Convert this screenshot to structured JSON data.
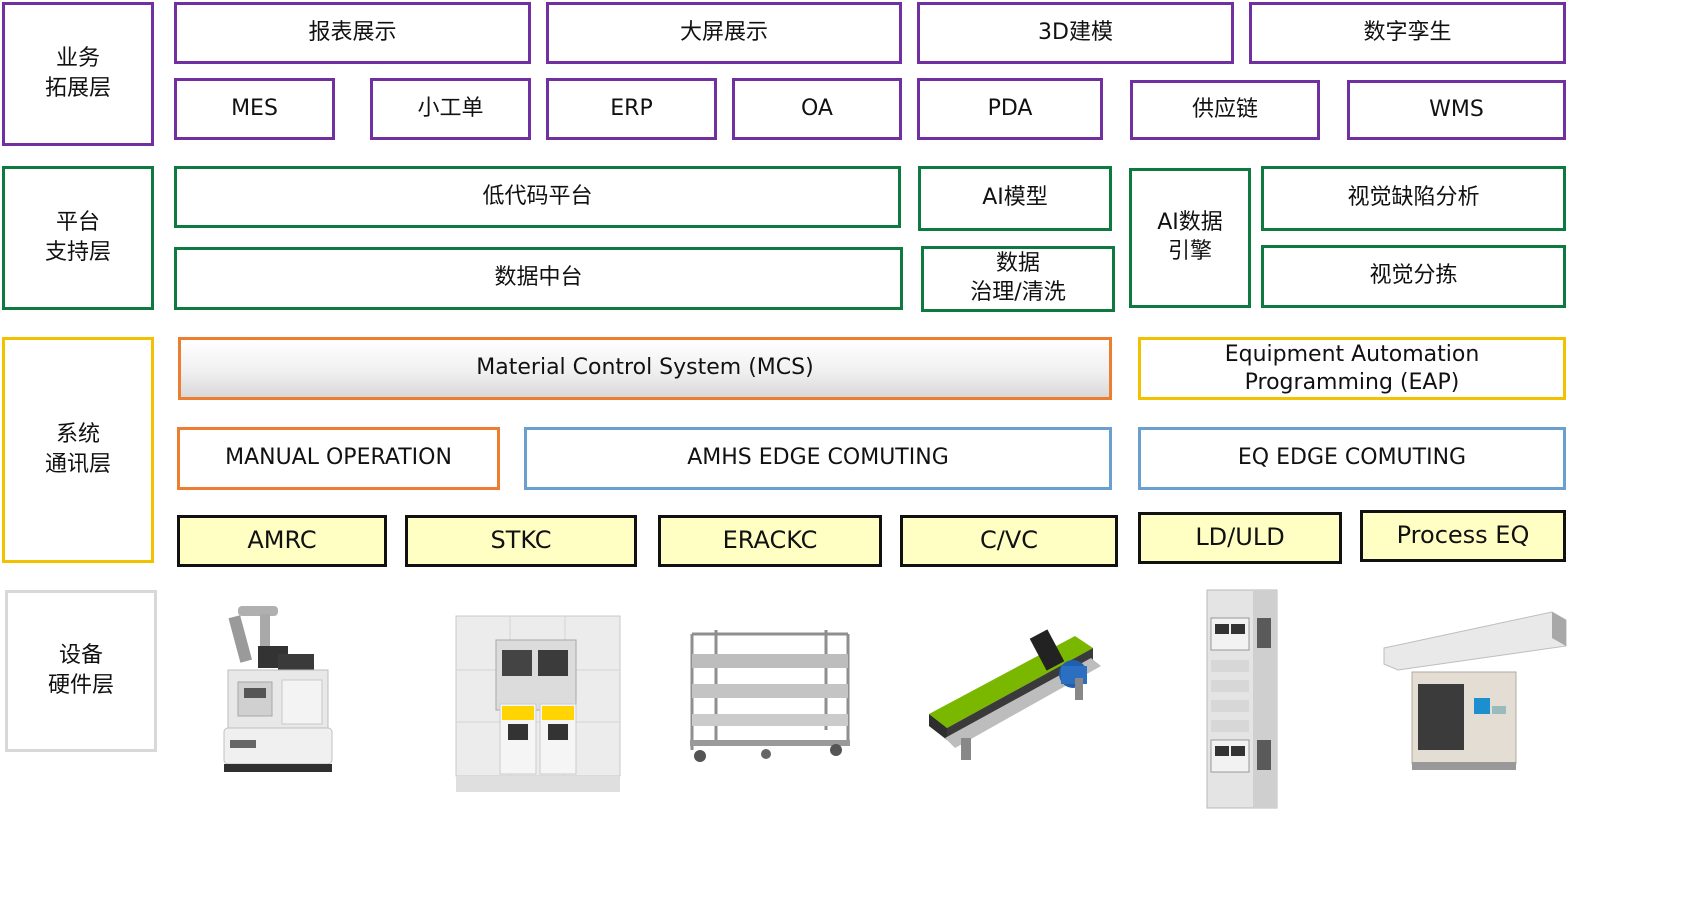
{
  "layers": {
    "business": "业务\n拓展层",
    "platform": "平台\n支持层",
    "comm": "系统\n通讯层",
    "hardware": "设备\n硬件层"
  },
  "business": {
    "row1": [
      "报表展示",
      "大屏展示",
      "3D建模",
      "数字孪生"
    ],
    "row2": [
      "MES",
      "小工单",
      "ERP",
      "OA",
      "PDA",
      "供应链",
      "WMS"
    ]
  },
  "platform": {
    "lowcode": "低代码平台",
    "datamid": "数据中台",
    "ai_model": "AI模型",
    "data_gov": "数据\n治理/清洗",
    "ai_engine": "AI数据\n引擎",
    "vision_defect": "视觉缺陷分析",
    "vision_sort": "视觉分拣"
  },
  "comm": {
    "mcs": "Material Control System (MCS)",
    "eap": "Equipment Automation\nProgramming (EAP)",
    "manual": "MANUAL OPERATION",
    "amhs_edge": "AMHS EDGE COMUTING",
    "eq_edge": "EQ EDGE COMUTING",
    "controllers": [
      "AMRC",
      "STKC",
      "ERACKC",
      "C/VC",
      "LD/ULD",
      "Process EQ"
    ]
  },
  "equipment_icons": [
    "amr-robot-icon",
    "stocker-icon",
    "erack-icon",
    "conveyor-icon",
    "loader-tower-icon",
    "process-eq-icon"
  ],
  "colors": {
    "business": "#7030a0",
    "platform": "#0f7a3f",
    "comm": "#f2c200",
    "orange": "#ed7d31",
    "blue": "#6a9fcf",
    "controller_fill": "#ffffc4"
  }
}
